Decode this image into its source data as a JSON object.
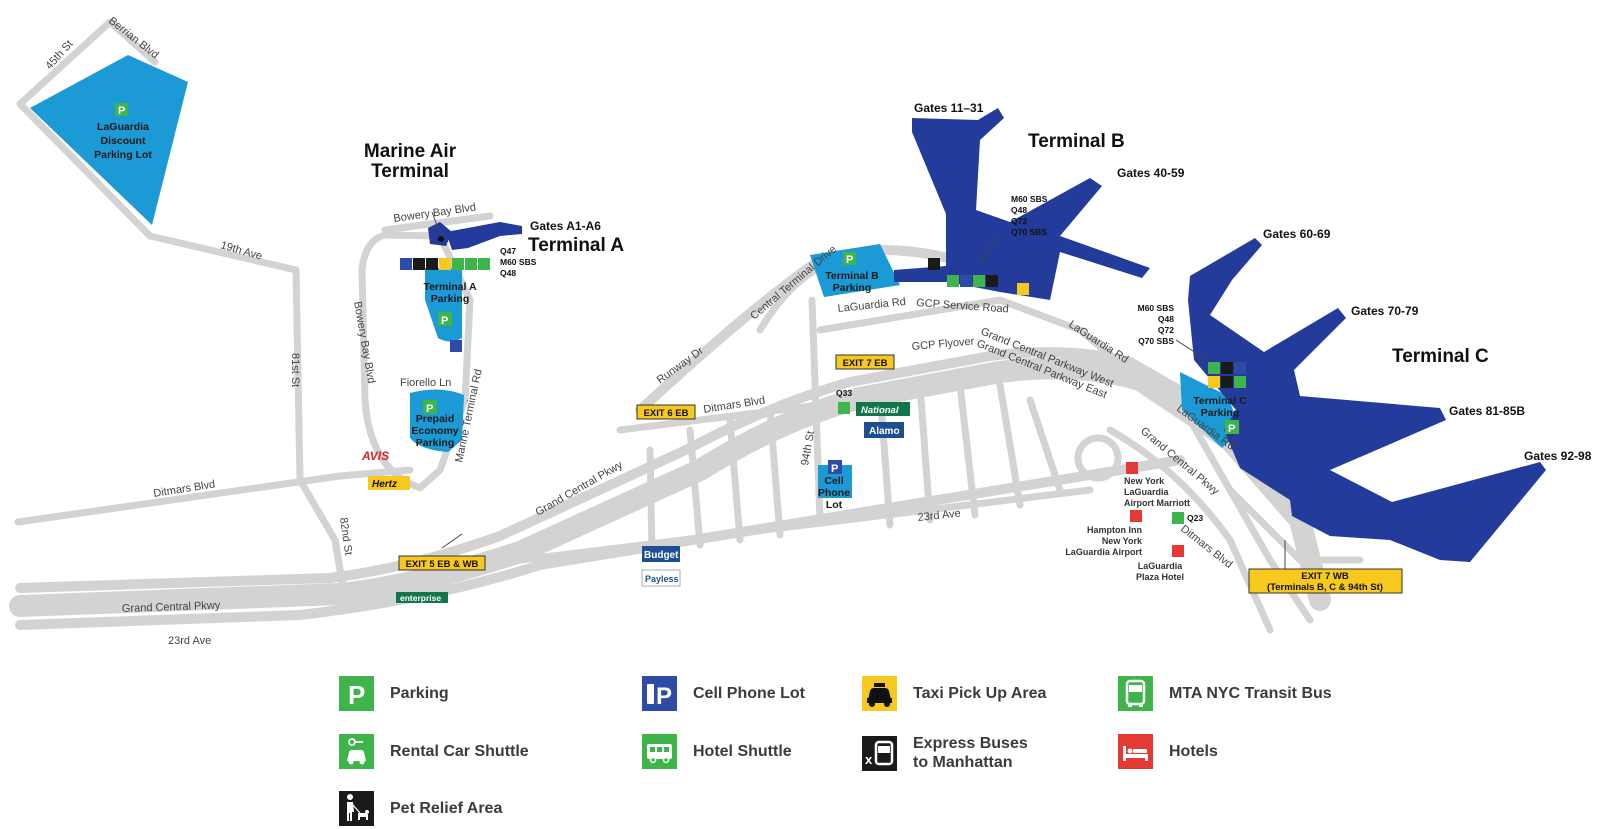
{
  "terminals": {
    "marine_air": [
      "Marine Air",
      "Terminal"
    ],
    "a": "Terminal A",
    "b": "Terminal B",
    "c": "Terminal C"
  },
  "gates": {
    "a1_a6": "Gates A1-A6",
    "11_31": "Gates 11–31",
    "40_59": "Gates 40-59",
    "60_69": "Gates 60-69",
    "70_79": "Gates 70-79",
    "81_85b": "Gates 81-85B",
    "92_98": "Gates 92-98"
  },
  "lots": {
    "discount": [
      "LaGuardia",
      "Discount",
      "Parking Lot"
    ],
    "terminal_a": [
      "Terminal A",
      "Parking"
    ],
    "prepaid": [
      "Prepaid",
      "Economy",
      "Parking"
    ],
    "terminal_b": [
      "Terminal B",
      "Parking"
    ],
    "terminal_c": [
      "Terminal C",
      "Parking"
    ],
    "cell_phone": [
      "Cell",
      "Phone",
      "Lot"
    ]
  },
  "bus_routes": {
    "terminal_a": [
      "Q47",
      "M60 SBS",
      "Q48"
    ],
    "terminal_b": [
      "M60 SBS",
      "Q48",
      "Q72",
      "Q70 SBS"
    ],
    "terminal_c": [
      "M60 SBS",
      "Q48",
      "Q72",
      "Q70 SBS"
    ],
    "q33": "Q33",
    "q23": "Q23"
  },
  "hotels": {
    "marriott": [
      "New York",
      "LaGuardia",
      "Airport Marriott"
    ],
    "hampton": [
      "Hampton Inn",
      "New York",
      "LaGuardia Airport"
    ],
    "plaza": [
      "LaGuardia",
      "Plaza Hotel"
    ]
  },
  "exits": {
    "exit5": "EXIT 5 EB & WB",
    "exit6": "EXIT 6 EB",
    "exit7eb": "EXIT 7 EB",
    "exit7wb": [
      "EXIT 7 WB",
      "(Terminals B, C & 94th St)"
    ]
  },
  "rental_brands": {
    "avis": "AVIS",
    "hertz": "Hertz",
    "national": "National",
    "alamo": "Alamo",
    "budget": "Budget",
    "payless": "Payless",
    "enterprise": "enterprise"
  },
  "streets": {
    "berrian": "Berrian Blvd",
    "s45": "45th St",
    "ave19": "19th Ave",
    "s81": "81st St",
    "bowery_top": "Bowery Bay Blvd",
    "bowery_side": "Bowery Bay Blvd",
    "fiorello": "Fiorello Ln",
    "marine_terminal": "Marine Terminal Rd",
    "ditmars_w": "Ditmars Blvd",
    "s82": "82nd St",
    "gcp_w": "Grand Central Pkwy",
    "ave23_w": "23rd Ave",
    "gcp_mid": "Grand Central Pkwy",
    "runway": "Runway Dr",
    "ditmars_mid": "Ditmars Blvd",
    "central_terminal": "Central Terminal Drive",
    "laguardia_rd1": "LaGuardia Rd",
    "gcp_service": "GCP Service Road",
    "gcp_flyover": "GCP Flyover",
    "s94": "94th St",
    "ave23_mid": "23rd Ave",
    "gcp_west": "Grand Central Parkway West",
    "gcp_east": "Grand Central Parkway East",
    "laguardia_rd2": "LaGuardia Rd",
    "laguardia_rd3": "LaGuardia Rd",
    "gcp_e": "Grand Central Pkwy",
    "ditmars_e": "Ditmars Blvd"
  },
  "legend": [
    {
      "icon": "parking-icon",
      "label": "Parking",
      "color": "#3db54a"
    },
    {
      "icon": "cell-phone-lot-icon",
      "label": "Cell Phone Lot",
      "color": "#2f4ba8"
    },
    {
      "icon": "taxi-icon",
      "label": "Taxi Pick Up Area",
      "color": "#f7c81e"
    },
    {
      "icon": "mta-bus-icon",
      "label": "MTA NYC Transit Bus",
      "color": "#3db54a"
    },
    {
      "icon": "rental-car-shuttle-icon",
      "label": "Rental Car Shuttle",
      "color": "#3db54a"
    },
    {
      "icon": "hotel-shuttle-icon",
      "label": "Hotel Shuttle",
      "color": "#3db54a"
    },
    {
      "icon": "express-bus-icon",
      "label": [
        "Express Buses",
        "to Manhattan"
      ],
      "color": "#1a1a1a"
    },
    {
      "icon": "hotel-icon",
      "label": "Hotels",
      "color": "#e53935"
    },
    {
      "icon": "pet-relief-icon",
      "label": "Pet Relief Area",
      "color": "#1a1a1a"
    }
  ],
  "colors": {
    "terminal": "#233b9b",
    "parking_lot": "#1c9ad6",
    "road": "#d3d3d3",
    "exit_sign": "#f7c81e",
    "parking_green": "#3db54a",
    "hotel_red": "#e53935"
  }
}
